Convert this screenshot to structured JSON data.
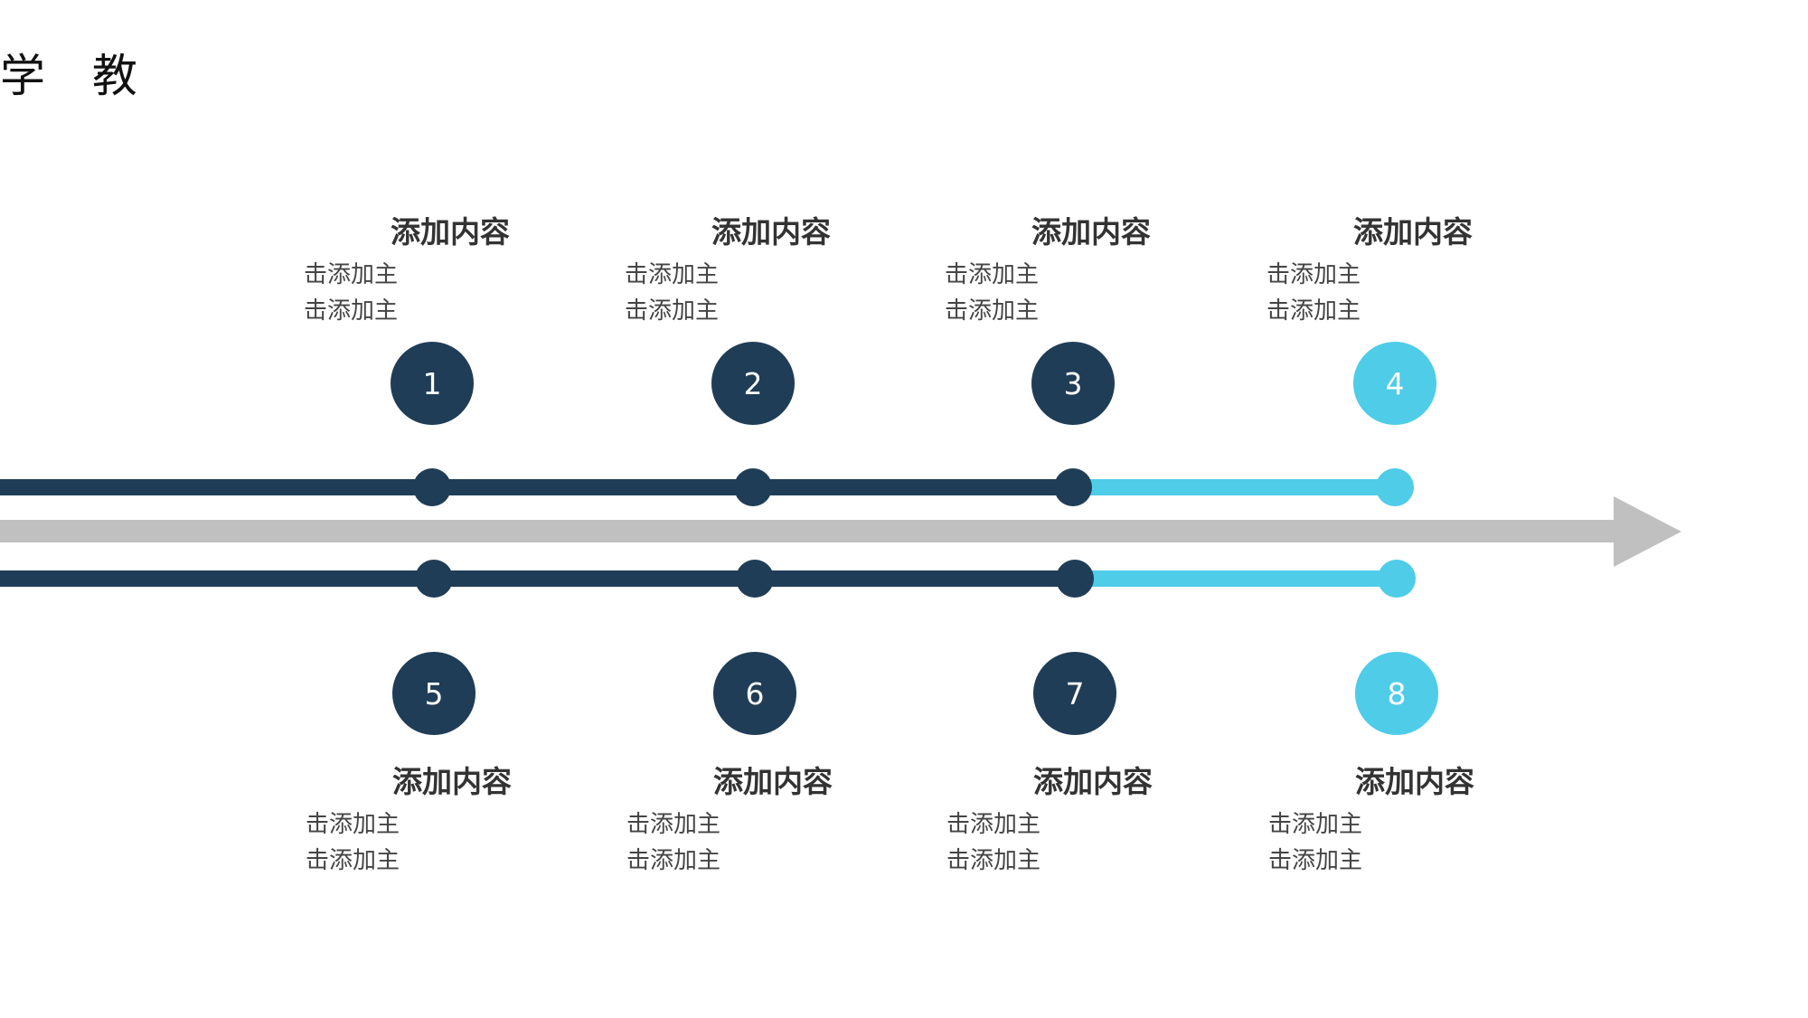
{
  "title": "学 教",
  "colors": {
    "dark": "#203D57",
    "accent": "#4ECCE8",
    "arrow": "#C0C0C0",
    "heading": "#333333",
    "body": "#444444"
  },
  "steps_top": [
    {
      "number": "1",
      "heading": "添加内容",
      "lines": [
        "击添加主",
        "击添加主"
      ],
      "highlight": false
    },
    {
      "number": "2",
      "heading": "添加内容",
      "lines": [
        "击添加主",
        "击添加主"
      ],
      "highlight": false
    },
    {
      "number": "3",
      "heading": "添加内容",
      "lines": [
        "击添加主",
        "击添加主"
      ],
      "highlight": false
    },
    {
      "number": "4",
      "heading": "添加内容",
      "lines": [
        "击添加主",
        "击添加主"
      ],
      "highlight": true
    }
  ],
  "steps_bottom": [
    {
      "number": "5",
      "heading": "添加内容",
      "lines": [
        "击添加主",
        "击添加主"
      ],
      "highlight": false
    },
    {
      "number": "6",
      "heading": "添加内容",
      "lines": [
        "击添加主",
        "击添加主"
      ],
      "highlight": false
    },
    {
      "number": "7",
      "heading": "添加内容",
      "lines": [
        "击添加主",
        "击添加主"
      ],
      "highlight": false
    },
    {
      "number": "8",
      "heading": "添加内容",
      "lines": [
        "击添加主",
        "击添加主"
      ],
      "highlight": true
    }
  ]
}
